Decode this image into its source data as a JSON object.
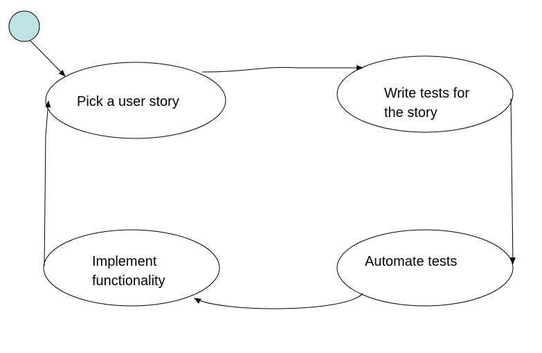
{
  "colors": {
    "start_fill": "#bfe3e3",
    "stroke": "#000000",
    "node_fill": "#ffffff",
    "text": "#000000"
  },
  "nodes": {
    "pick": {
      "lines": [
        "Pick a user story"
      ]
    },
    "write": {
      "lines": [
        "Write tests for",
        "the story"
      ]
    },
    "automate": {
      "lines": [
        "Automate tests"
      ]
    },
    "implement": {
      "lines": [
        "Implement",
        "functionality"
      ]
    }
  }
}
